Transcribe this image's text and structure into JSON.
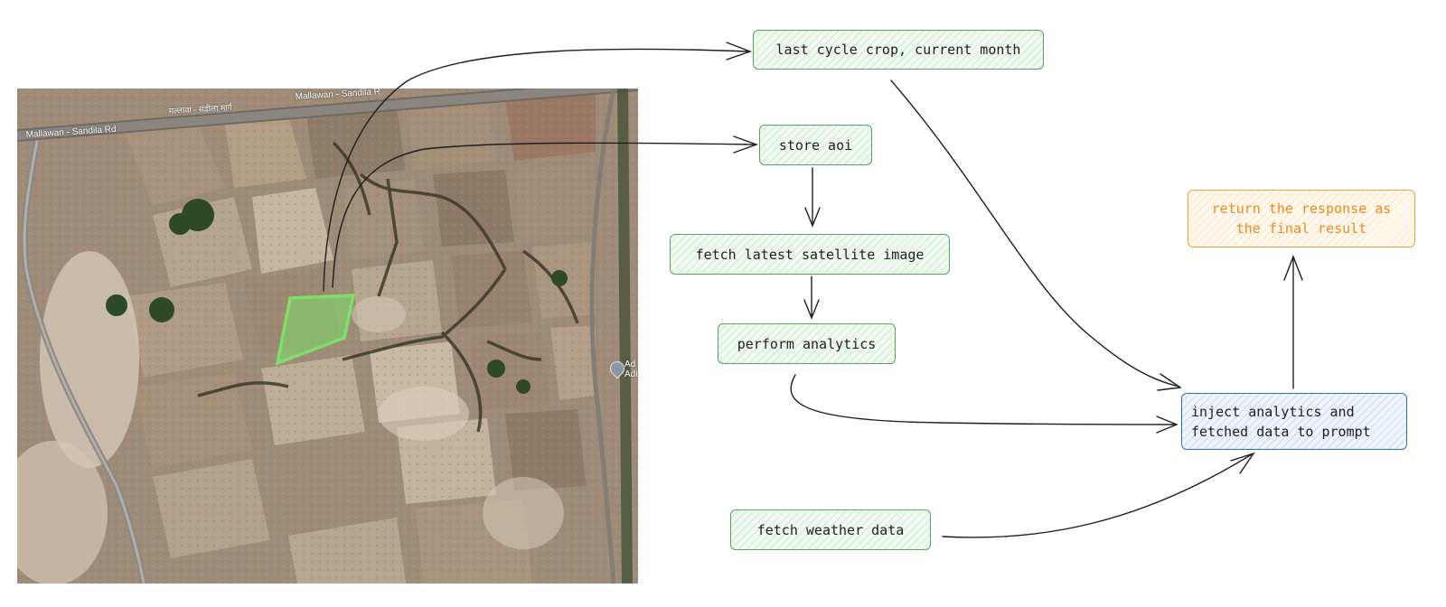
{
  "map": {
    "road_labels": [
      "Mallawan - Sandila Rd",
      "मल्लावां - संडीला मार्ग",
      "Mallawan - Sandila R"
    ],
    "poi_label": "Ad\nAdi",
    "aoi_color": "#7ee06a"
  },
  "nodes": {
    "crop": "last cycle crop, current month",
    "store": "store aoi",
    "fetch_satellite": "fetch latest satellite image",
    "perform": "perform analytics",
    "inject": "inject analytics and fetched data to prompt",
    "return": "return the response as the final result",
    "weather": "fetch weather data"
  },
  "colors": {
    "green_border": "#52a35c",
    "blue_border": "#2f6fb8",
    "orange_border": "#f0a030",
    "orange_text": "#ec8b1e",
    "arrow": "#1e1e1e"
  }
}
